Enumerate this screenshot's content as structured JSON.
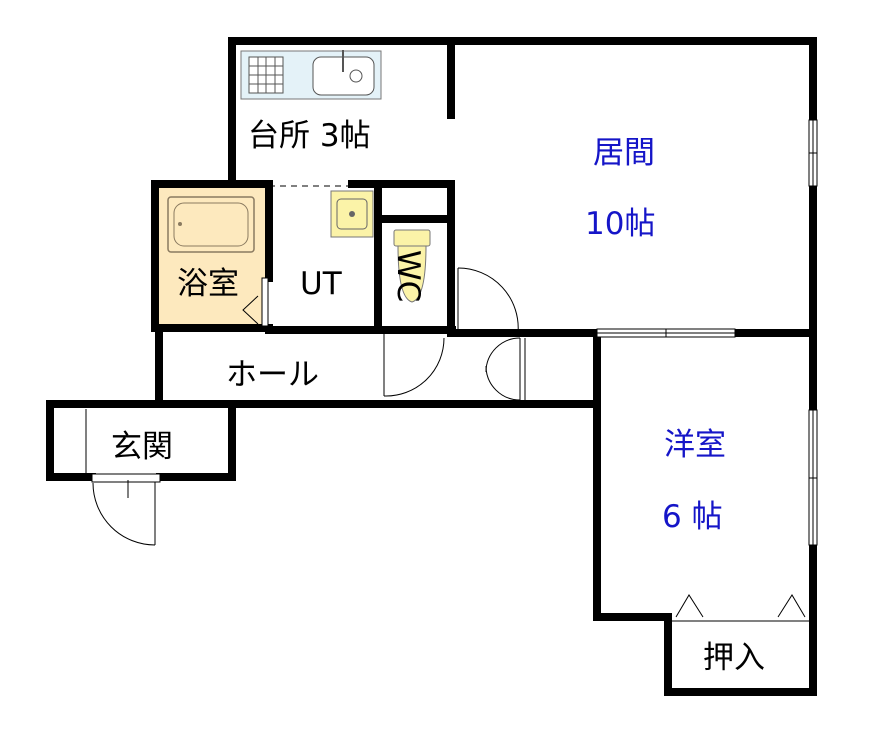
{
  "rooms": {
    "kitchen": "台所 3帖",
    "living_name": "居間",
    "living_size": "10帖",
    "bath": "浴室",
    "utility": "UT",
    "toilet": "WC",
    "hall": "ホール",
    "entrance": "玄関",
    "western_name": "洋室",
    "western_size": "6 帖",
    "closet": "押入"
  },
  "colors": {
    "wall": "#000000",
    "bath_fill": "#fde9be",
    "fixture_yellow": "#fbf3a8",
    "fixture_stroke": "#777777",
    "blue_label": "#1515c8",
    "black_label": "#000000"
  }
}
